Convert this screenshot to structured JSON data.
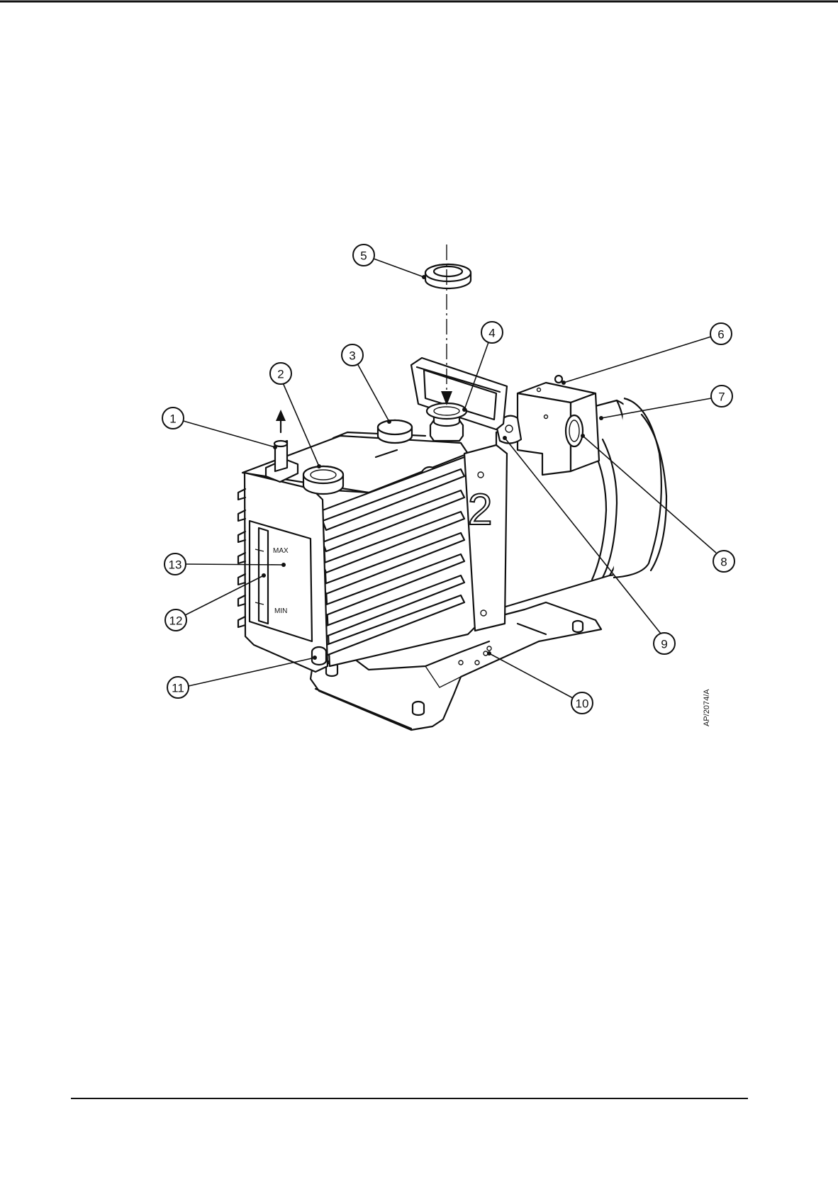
{
  "figure_ref": "AP/2074/A",
  "callouts": [
    "1",
    "2",
    "3",
    "4",
    "5",
    "6",
    "7",
    "8",
    "9",
    "10",
    "11",
    "12",
    "13"
  ],
  "body_number": "2",
  "gauge": {
    "max_label": "MAX",
    "min_label": "MIN"
  }
}
